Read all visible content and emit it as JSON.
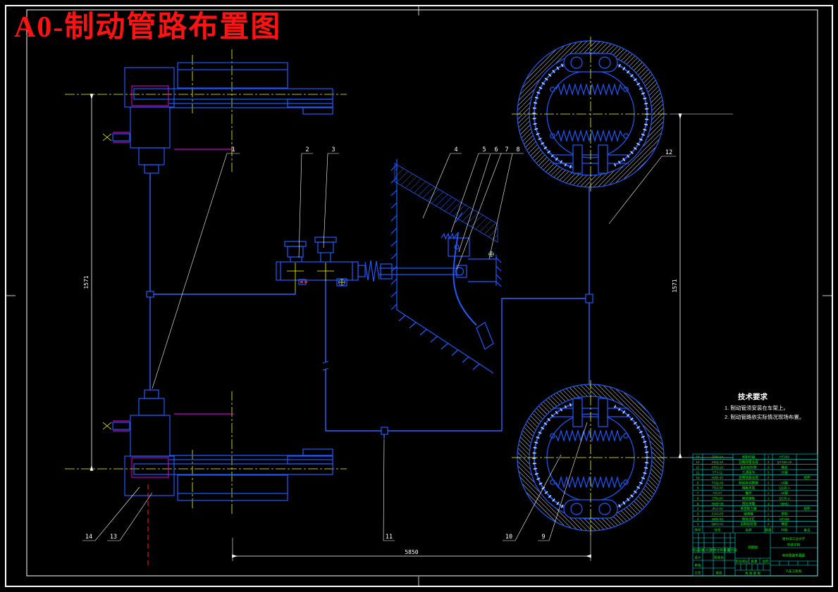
{
  "title": "A0-制动管路布置图",
  "colors": {
    "background": "#000000",
    "geometry_blue": "#1e5aff",
    "table_cyan": "#00e5e5",
    "text_green": "#00ff00",
    "centerline_yellow": "#ffff00",
    "seal_magenta": "#ff00ff",
    "title_red": "#ff1212",
    "line_white": "#ffffff"
  },
  "tech_requirements": {
    "title": "技术要求",
    "lines": [
      "1. 制动管须安装在车架上。",
      "2. 制动管路依实际情况现场布置。"
    ]
  },
  "balloons": {
    "labels": [
      "1",
      "2",
      "3",
      "4",
      "5",
      "6",
      "7",
      "8",
      "9",
      "10",
      "11",
      "12",
      "13",
      "14"
    ]
  },
  "dimensions": {
    "left_track": "1571",
    "right_track": "1571",
    "wheelbase": "5850"
  },
  "parts_table": {
    "headers": [
      "序号",
      "代号",
      "名称",
      "数量",
      "材料",
      "备注"
    ],
    "rows": [
      [
        "14",
        "ZDP-14",
        "前制动盘",
        "2",
        "HT250",
        ""
      ],
      [
        "13",
        "ZDQ-13",
        "前制动钳总成",
        "2",
        "QT450-10",
        ""
      ],
      [
        "12",
        "ZRG-12",
        "后制动软管",
        "2",
        "橡胶",
        ""
      ],
      [
        "11",
        "STJ-11",
        "三通接头",
        "2",
        "35钢",
        ""
      ],
      [
        "10",
        "HZD-10",
        "后制动器总成",
        "2",
        "",
        "组件"
      ],
      [
        "9",
        "TSQ-09",
        "制动蹄调整器",
        "2",
        "45钢",
        ""
      ],
      [
        "8",
        "TBZ-08",
        "踏板支架",
        "1",
        "Q235-A",
        ""
      ],
      [
        "7",
        "TG-07",
        "推杆",
        "1",
        "45钢",
        ""
      ],
      [
        "6",
        "ZTB-06",
        "制动踏板",
        "1",
        "Q235-A",
        ""
      ],
      [
        "5",
        "HWT-05",
        "回位弹簧",
        "1",
        "65Mn",
        ""
      ],
      [
        "4",
        "ZKZ-04",
        "真空助力器",
        "1",
        "",
        "组件"
      ],
      [
        "3",
        "CYG-03",
        "储液罐",
        "1",
        "塑料",
        ""
      ],
      [
        "2",
        "ZZG-02",
        "制动主缸",
        "1",
        "HT250",
        ""
      ],
      [
        "1",
        "QRG-01",
        "前制动软管",
        "2",
        "橡胶",
        ""
      ]
    ]
  },
  "title_block": {
    "view_label": "装配图",
    "school_line1": "哈尔滨工业大学",
    "school_line2": "华德学院",
    "drawing_name": "制动管路布置图",
    "department": "汽车工程系",
    "stage_label": "阶段标记",
    "mass_label": "质量",
    "scale_label": "比例",
    "sheet_label": "共 张 第 张",
    "revision_cols": [
      "标记",
      "处数",
      "分区",
      "更改文件号",
      "签名",
      "年月日"
    ],
    "roles": {
      "design": "设计",
      "standard": "标准化",
      "check": "审核",
      "process": "工艺",
      "approve": "批准"
    }
  }
}
